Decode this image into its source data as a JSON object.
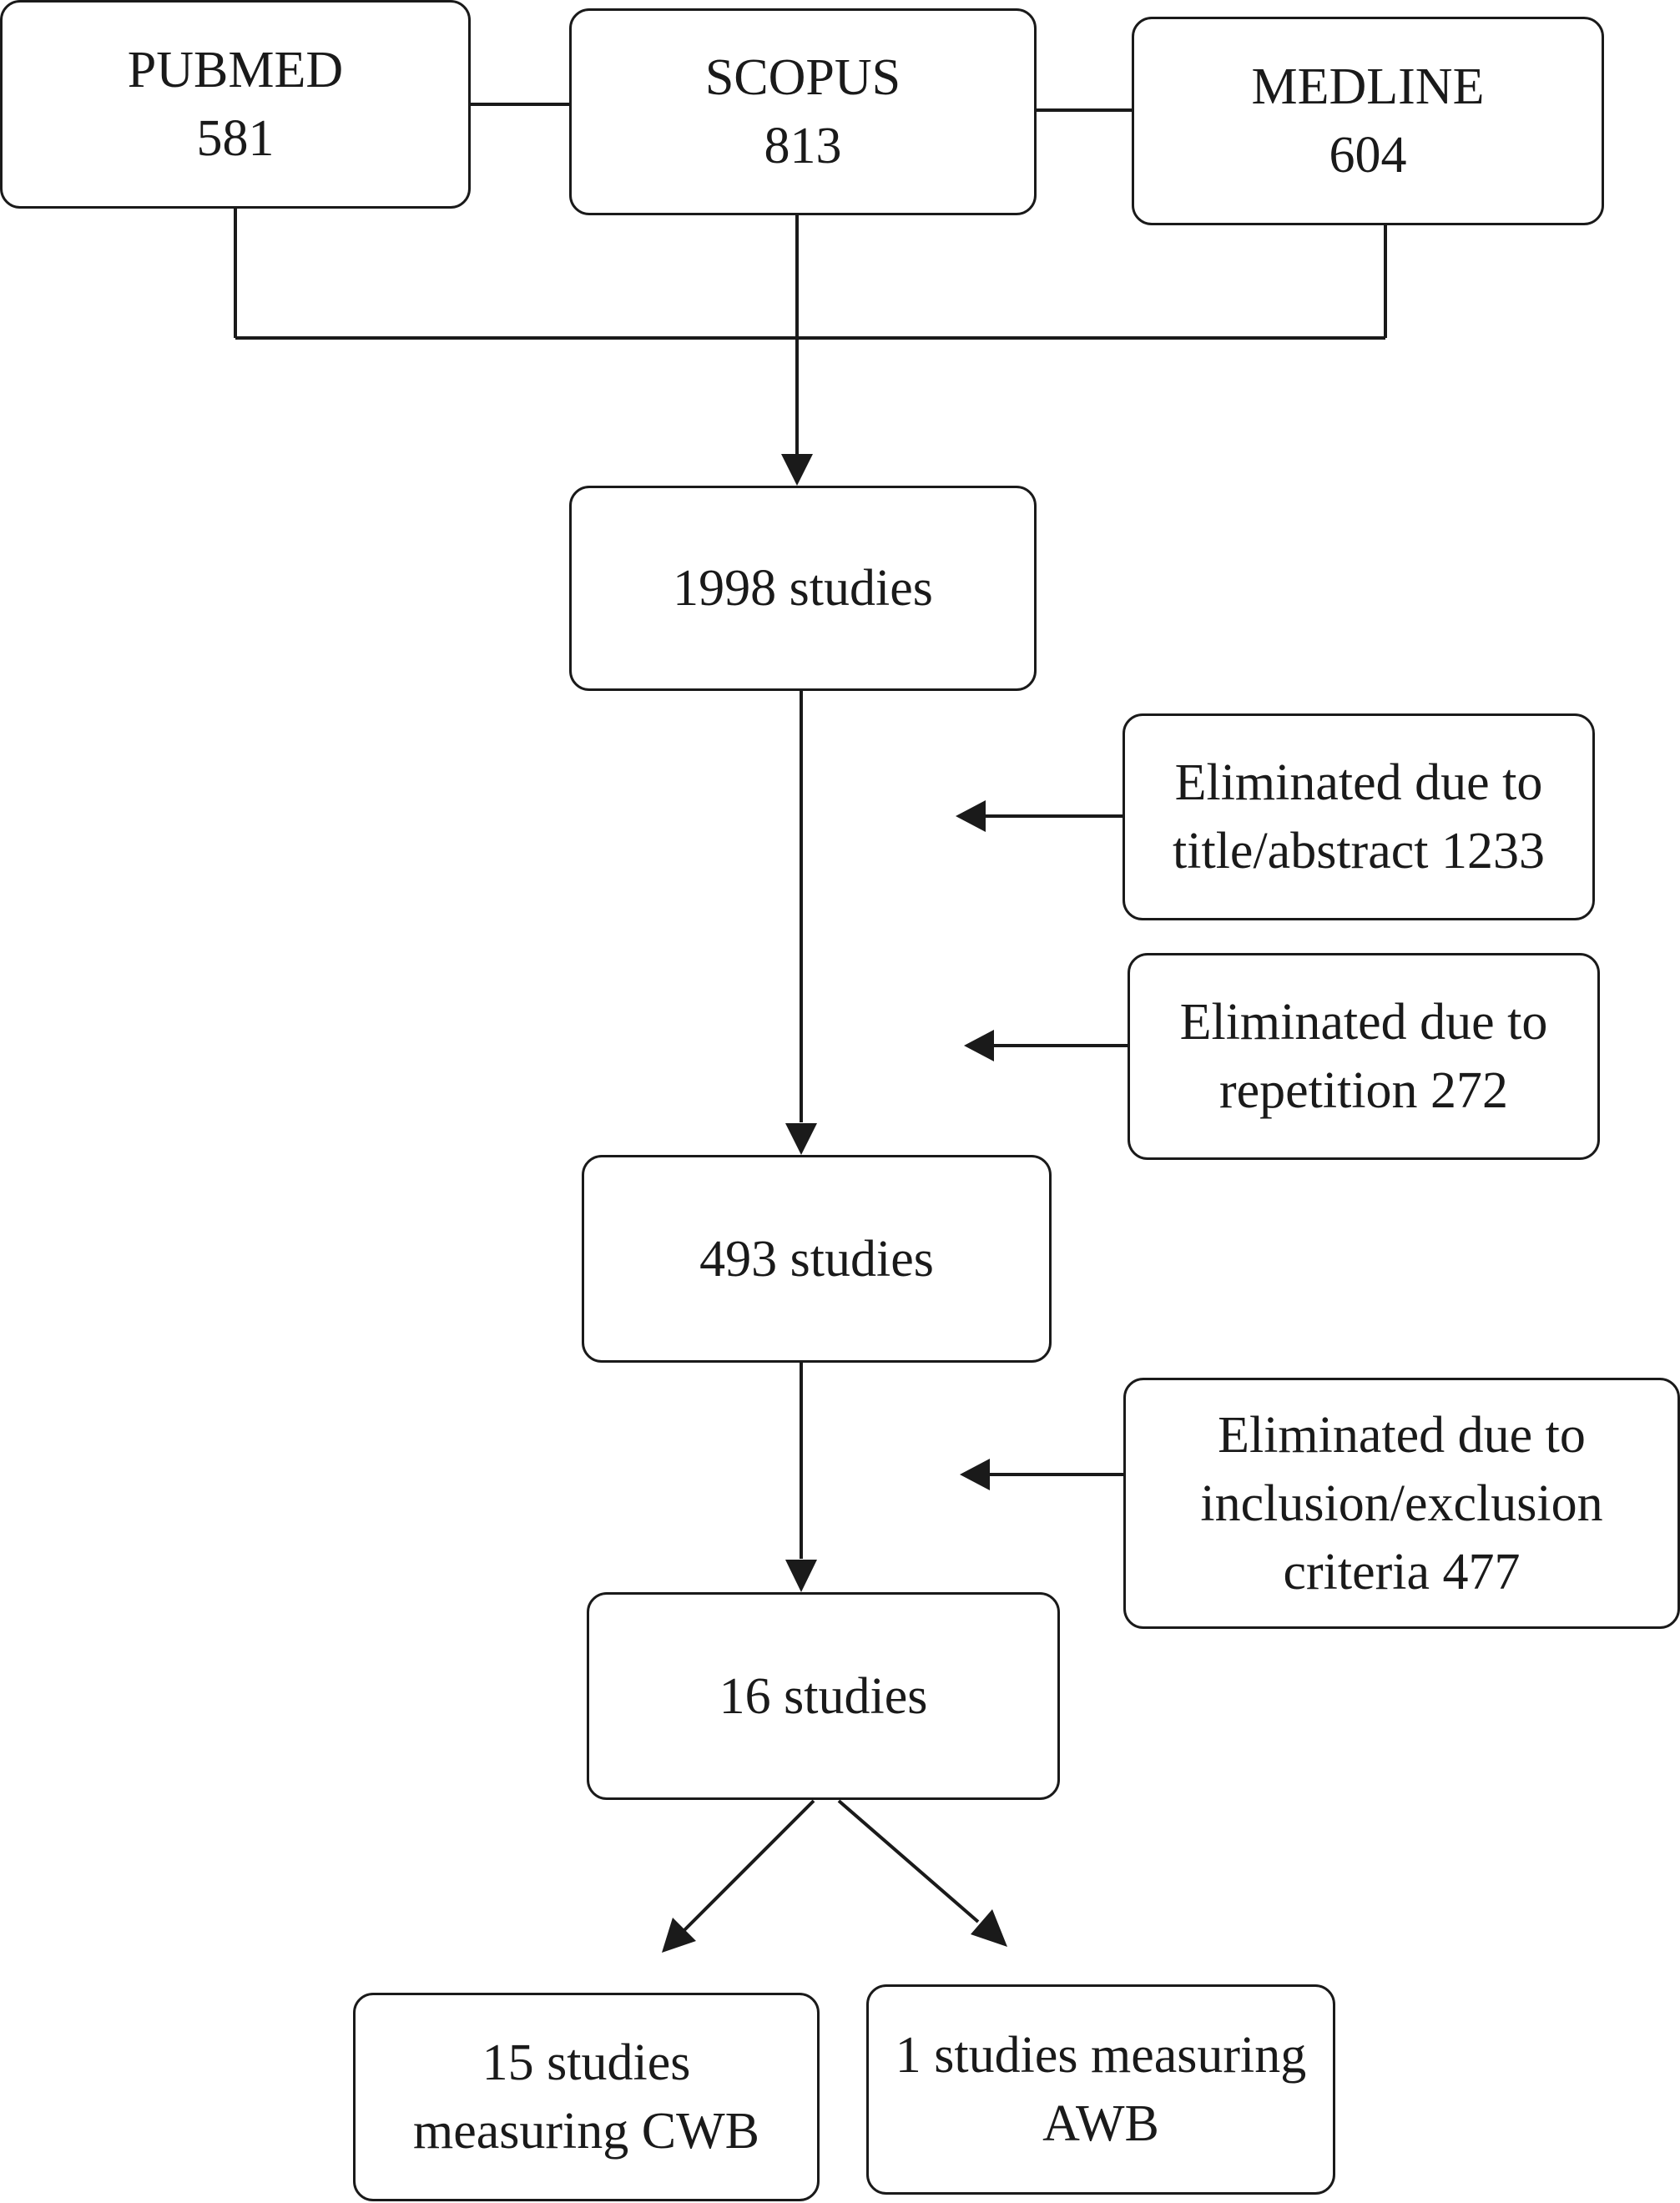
{
  "sources": {
    "pubmed": {
      "name": "PUBMED",
      "count": "581"
    },
    "scopus": {
      "name": "SCOPUS",
      "count": "813"
    },
    "medline": {
      "name": "MEDLINE",
      "count": "604"
    }
  },
  "stages": {
    "identified": "1998 studies",
    "after_screening": "493 studies",
    "included": "16 studies"
  },
  "exclusions": {
    "title_abstract": {
      "line1": "Eliminated due to",
      "line2": "title/abstract 1233"
    },
    "repetition": {
      "line1": "Eliminated due to",
      "line2": "repetition 272"
    },
    "criteria": {
      "line1": "Eliminated due to",
      "line2": "inclusion/exclusion",
      "line3": "criteria 477"
    }
  },
  "outcomes": {
    "cwb": {
      "line1": "15 studies",
      "line2": "measuring CWB"
    },
    "awb": {
      "line1": "1 studies measuring",
      "line2": "AWB"
    }
  },
  "colors": {
    "stroke": "#1a1a1a",
    "background": "#ffffff"
  }
}
